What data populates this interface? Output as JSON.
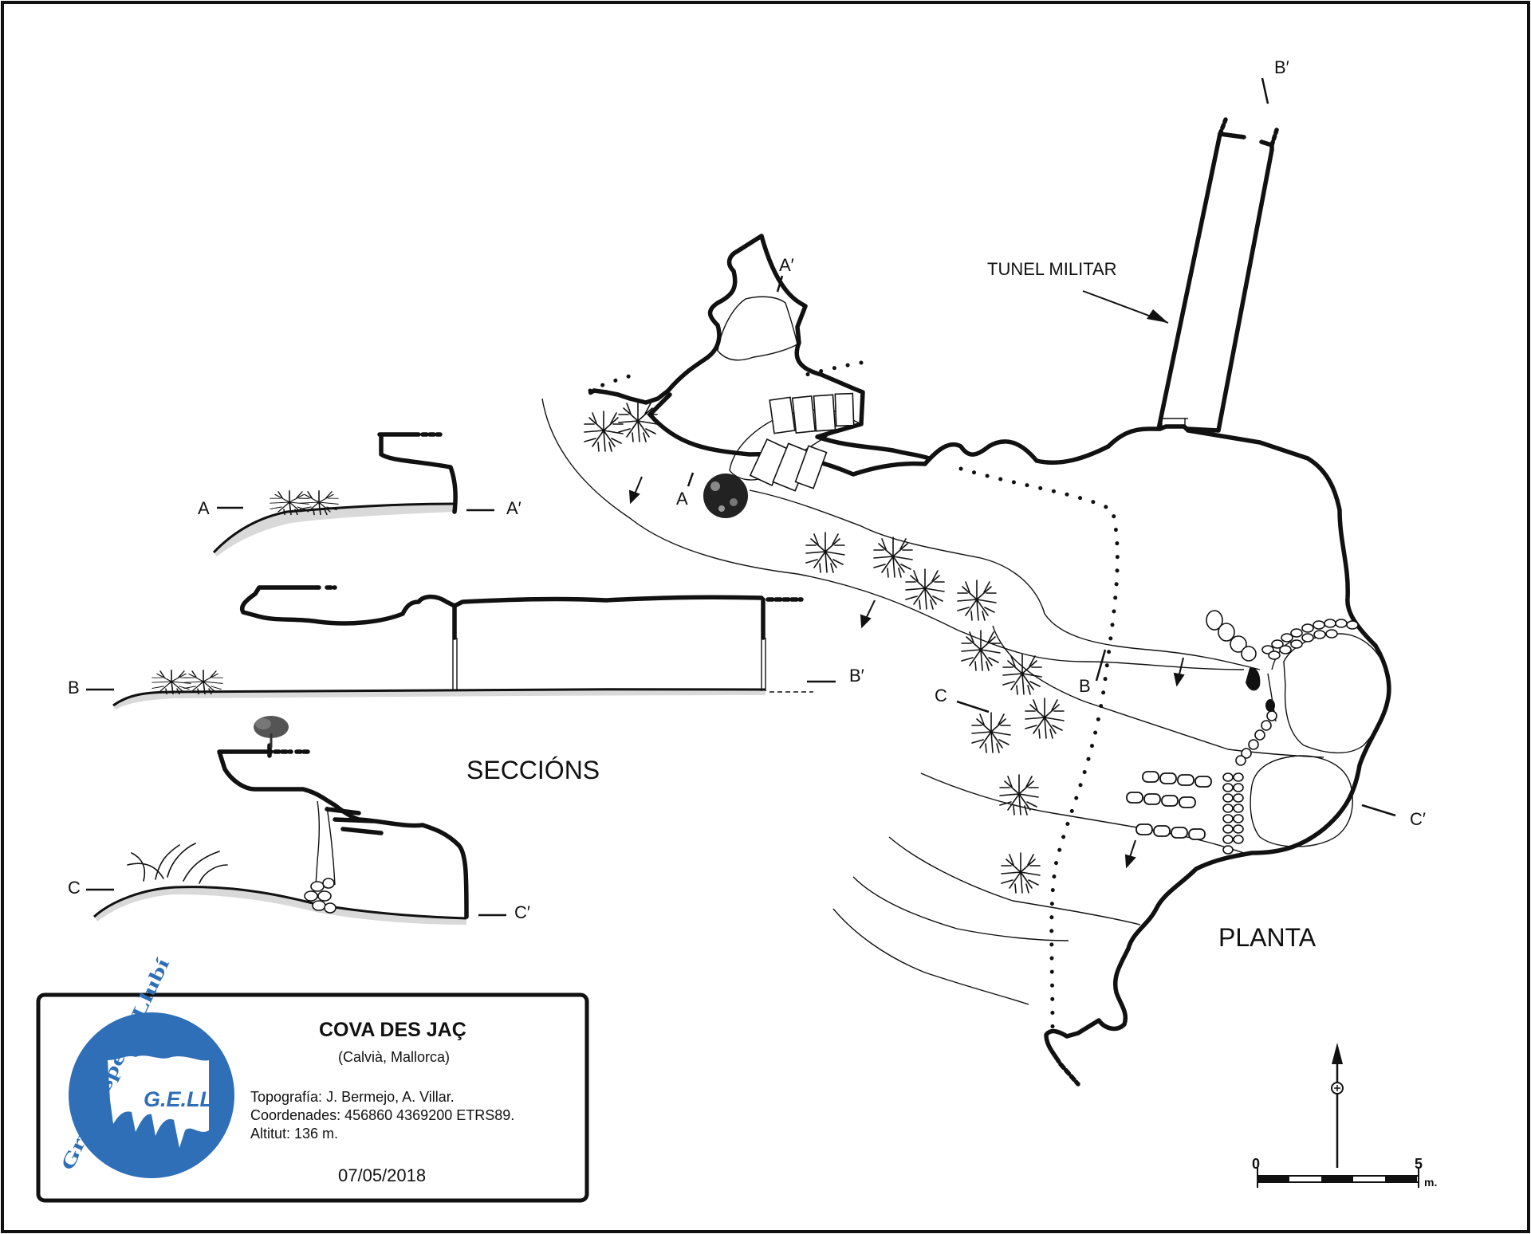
{
  "map": {
    "labels": {
      "plan": "PLANTA",
      "sections": "SECCIÓNS",
      "tunnel": "TUNEL MILITAR"
    },
    "plan_cuts": {
      "a": "A",
      "a_prime": "A′",
      "b": "B",
      "b_prime": "B′",
      "c": "C",
      "c_prime": "C′"
    },
    "section_cuts": {
      "a": "A",
      "a_prime": "A′",
      "b": "B",
      "b_prime": "B′",
      "c": "C",
      "c_prime": "C′"
    },
    "scale": {
      "start": "0",
      "end": "5",
      "unit": "m."
    },
    "north_arrow_icon": "north-arrow-icon"
  },
  "legend": {
    "title": "COVA DES JAÇ",
    "location": "(Calvià, Mallorca)",
    "topography": "Topografía: J. Bermejo, A. Villar.",
    "coordinates": "Coordenades: 456860 4369200 ETRS89.",
    "altitude": "Altitut: 136 m.",
    "date": "07/05/2018",
    "logo": {
      "abbrev": "G.E.LL.",
      "name": "Grup Espeleo Llubí",
      "color": "#2e6fb7"
    }
  }
}
